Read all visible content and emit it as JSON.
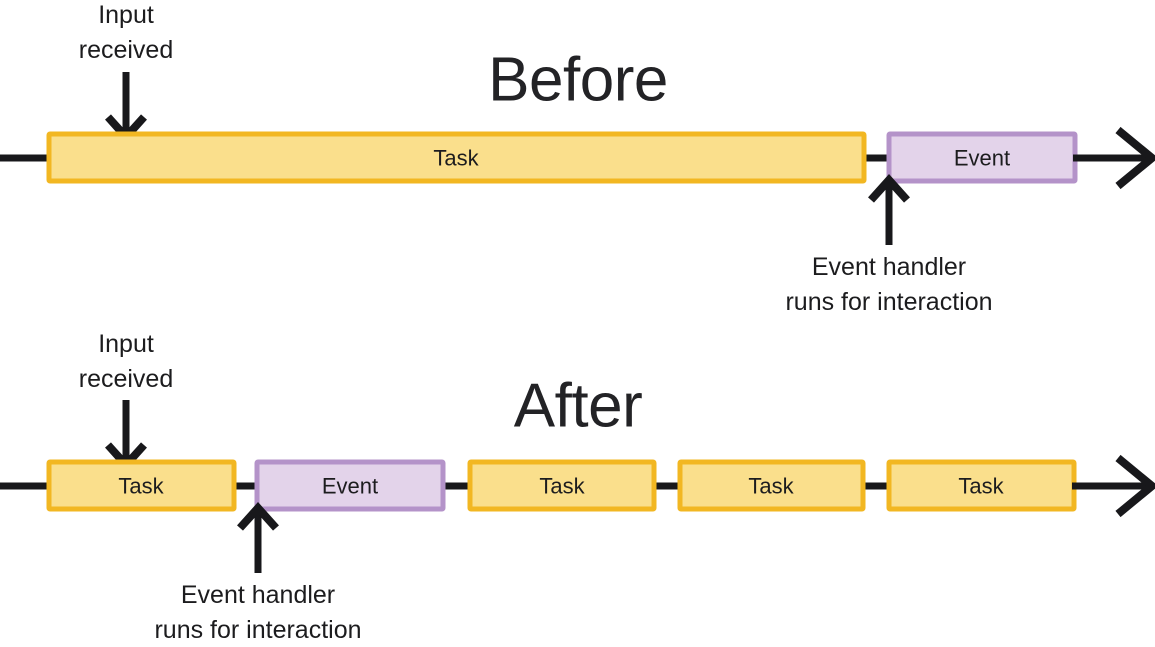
{
  "diagram": {
    "title_before": "Before",
    "title_after": "After",
    "colors": {
      "task_fill": "#fadf8c",
      "task_border": "#f2b722",
      "event_fill": "#e3d3ea",
      "event_border": "#b493c9",
      "line": "#18181b",
      "text": "#1c1c1e",
      "background": "#ffffff"
    },
    "labels": {
      "task": "Task",
      "event": "Event",
      "input_received_line1": "Input",
      "input_received_line2": "received",
      "event_handler_line1": "Event handler",
      "event_handler_line2": "runs for interaction"
    },
    "before": {
      "title": "Before",
      "blocks": [
        {
          "type": "task",
          "label": "Task"
        },
        {
          "type": "event",
          "label": "Event"
        }
      ],
      "annotations": [
        {
          "name": "input-received",
          "line1": "Input",
          "line2": "received",
          "direction": "down"
        },
        {
          "name": "event-handler",
          "line1": "Event handler",
          "line2": "runs for interaction",
          "direction": "up"
        }
      ]
    },
    "after": {
      "title": "After",
      "blocks": [
        {
          "type": "task",
          "label": "Task"
        },
        {
          "type": "event",
          "label": "Event"
        },
        {
          "type": "task",
          "label": "Task"
        },
        {
          "type": "task",
          "label": "Task"
        },
        {
          "type": "task",
          "label": "Task"
        }
      ],
      "annotations": [
        {
          "name": "input-received",
          "line1": "Input",
          "line2": "received",
          "direction": "down"
        },
        {
          "name": "event-handler",
          "line1": "Event handler",
          "line2": "runs for interaction",
          "direction": "up"
        }
      ]
    }
  }
}
